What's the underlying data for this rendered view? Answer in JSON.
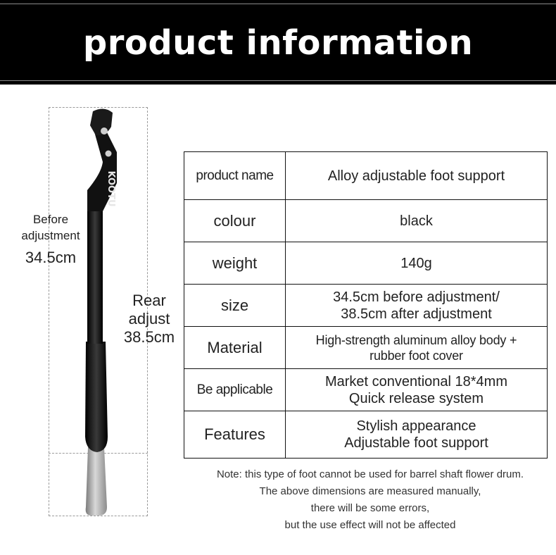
{
  "header": {
    "title": "product information"
  },
  "labels": {
    "before_line1": "Before",
    "before_line2": "adjustment",
    "before_value": "34.5cm",
    "rear_line1": "Rear",
    "rear_line2": "adjust",
    "rear_value": "38.5cm"
  },
  "product_image": {
    "brand_text": "KOOTU"
  },
  "spec_rows": [
    {
      "key": "product name",
      "value": "Alloy adjustable foot support"
    },
    {
      "key": "colour",
      "value": "black"
    },
    {
      "key": "weight",
      "value": "140g"
    },
    {
      "key": "size",
      "value_line1": "34.5cm before adjustment/",
      "value_line2": "38.5cm after adjustment"
    },
    {
      "key": "Material",
      "value_line1": "High-strength aluminum alloy body +",
      "value_line2": "rubber foot cover"
    },
    {
      "key": "Be applicable",
      "value_line1": "Market conventional 18*4mm",
      "value_line2": "Quick release system"
    },
    {
      "key": "Features",
      "value_line1": "Stylish appearance",
      "value_line2": "Adjustable foot support"
    }
  ],
  "note": {
    "line1": "Note: this type of foot cannot be used for barrel shaft flower drum.",
    "line2": "The above dimensions are measured manually,",
    "line3": "there will be some errors,",
    "line4": "but the use effect will not be affected"
  },
  "colors": {
    "header_bg": "#000000",
    "header_text": "#ffffff",
    "border": "#111111"
  }
}
